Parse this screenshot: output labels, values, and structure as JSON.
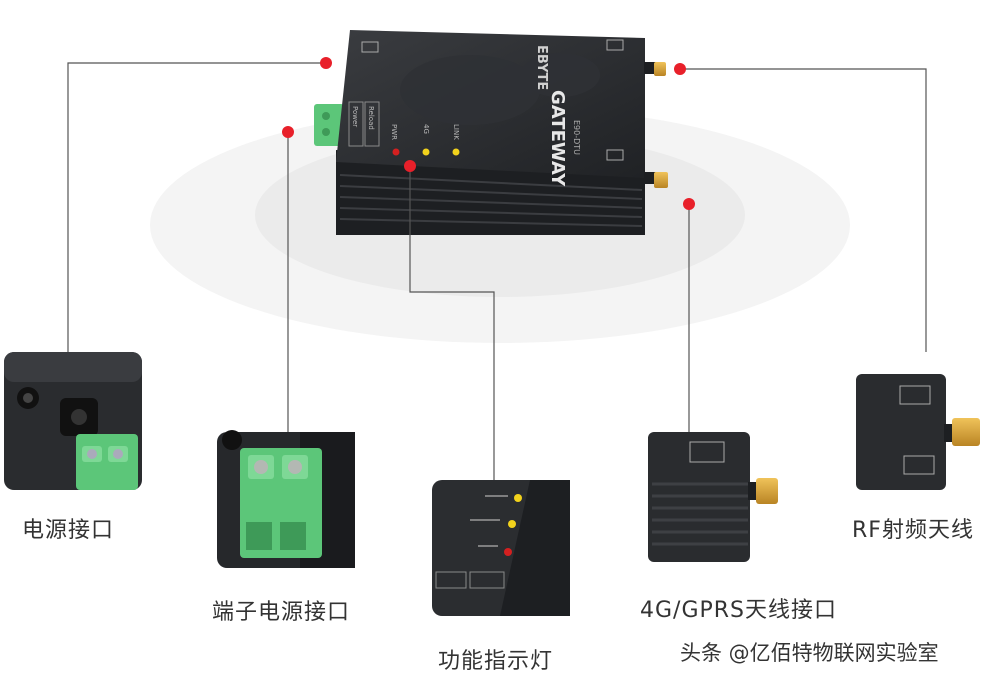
{
  "device": {
    "brand": "EBYTE",
    "model": "GATEWAY",
    "submodel": "E90-DTU",
    "led_labels": [
      "PWR",
      "4G",
      "LINK"
    ],
    "port_labels": [
      "Power",
      "Reload"
    ]
  },
  "callouts": [
    {
      "id": "power",
      "label": "电源接口"
    },
    {
      "id": "terminal",
      "label": "端子电源接口"
    },
    {
      "id": "led",
      "label": "功能指示灯"
    },
    {
      "id": "antenna-4g",
      "label": "4G/GPRS天线接口"
    },
    {
      "id": "rf",
      "label": "RF射频天线"
    }
  ],
  "watermark": "头条 @亿佰特物联网实验室",
  "colors": {
    "marker": "#e8202a",
    "body": "#2b2d30",
    "connector_green": "#5cc679",
    "sma_gold": "#d8a23a",
    "led_yellow": "#f2d21c",
    "led_red": "#d42020",
    "line": "#555555"
  }
}
